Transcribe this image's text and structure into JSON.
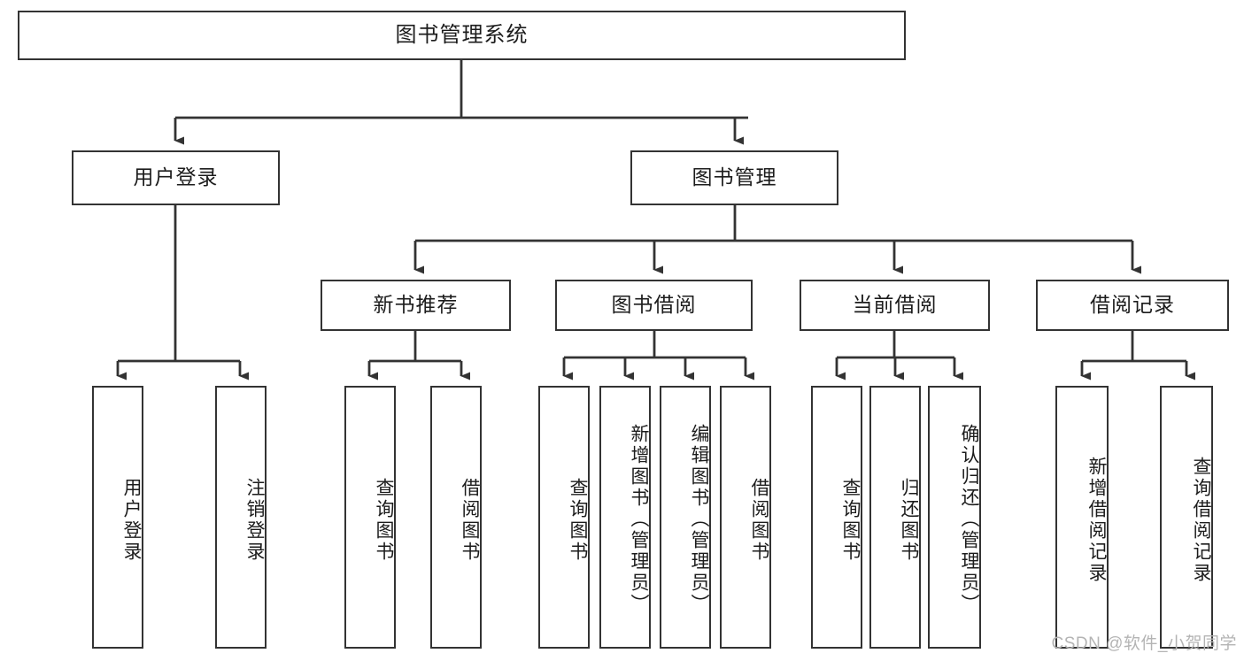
{
  "diagram": {
    "title": "图书管理系统",
    "type": "tree",
    "watermark": "CSDN @软件_小贺同学",
    "colors": {
      "border": "#333333",
      "background": "#ffffff",
      "text": "#1c1c1c",
      "connector": "#333333",
      "watermark": "#b4b4b4"
    },
    "levels": {
      "root": {
        "label": "图书管理系统"
      },
      "level2": [
        {
          "label": "用户登录"
        },
        {
          "label": "图书管理"
        }
      ],
      "level3": [
        {
          "label": "新书推荐"
        },
        {
          "label": "图书借阅"
        },
        {
          "label": "当前借阅"
        },
        {
          "label": "借阅记录"
        }
      ],
      "leaves": {
        "user_login": [
          {
            "label": "用户登录"
          },
          {
            "label": "注销登录"
          }
        ],
        "new_book_recommend": [
          {
            "label": "查询图书"
          },
          {
            "label": "借阅图书"
          }
        ],
        "book_borrow": [
          {
            "label": "查询图书"
          },
          {
            "label": "新增图书（管理员）"
          },
          {
            "label": "编辑图书（管理员）"
          },
          {
            "label": "借阅图书"
          }
        ],
        "current_borrow": [
          {
            "label": "查询图书"
          },
          {
            "label": "归还图书"
          },
          {
            "label": "确认归还（管理员）"
          }
        ],
        "borrow_record": [
          {
            "label": "新增借阅记录"
          },
          {
            "label": "查询借阅记录"
          }
        ]
      }
    }
  }
}
